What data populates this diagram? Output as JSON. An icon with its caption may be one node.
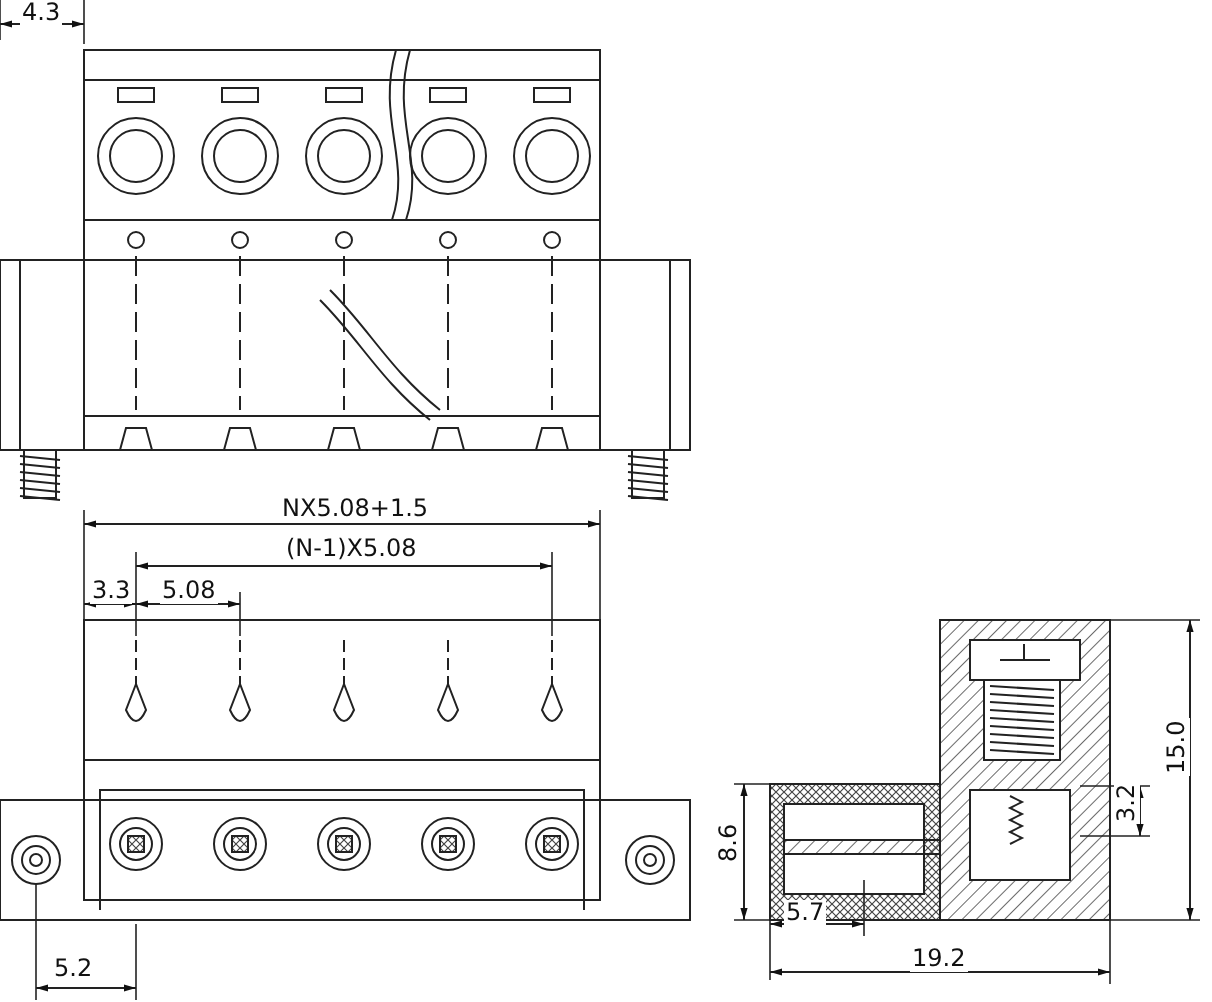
{
  "diagram": {
    "labels": [
      "4.3",
      "NX5.08+1.5",
      "(N-1)X5.08",
      "3.3",
      "5.08",
      "15.0",
      "3.2",
      "8.6",
      "5.7",
      "5.2",
      "19.2"
    ]
  }
}
